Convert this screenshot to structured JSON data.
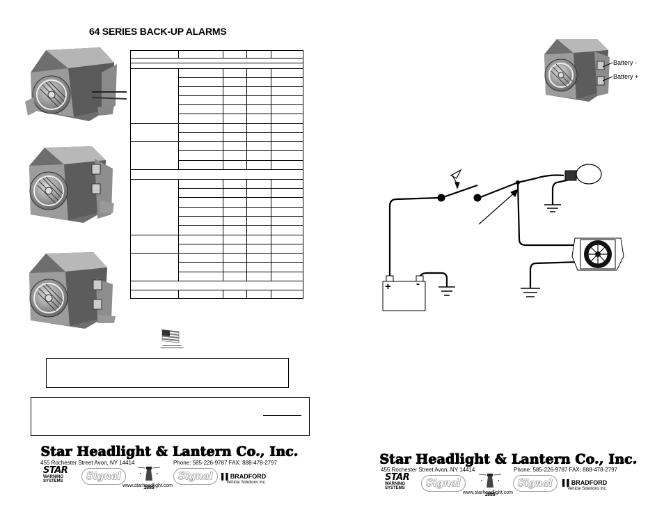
{
  "page_title": "64 SERIES BACK-UP ALARMS",
  "wiring": {
    "battery_minus_label": "Battery -",
    "battery_plus_label": "Battery +",
    "plus_sign": "+",
    "minus_sign": "-"
  },
  "footer": {
    "company": "Star Headlight & Lantern Co., Inc.",
    "address": "455 Rochester Street    Avon, NY  14414",
    "phone_fax": "Phone: 585-226-9787    FAX: 888-478-2797",
    "website": "www.starheadlight.com",
    "logos": {
      "star_line1": "STAR",
      "star_line2": "WARNING",
      "star_line3": "SYSTEMS",
      "signal": "Signal",
      "year": "1889",
      "bradford": "BRADFORD",
      "bradford_sub": "Vehicle Solutions Inc."
    }
  },
  "colors": {
    "ink": "#000000",
    "photo_gray": "#7a7a7a"
  },
  "icons": [
    "usa-flag-icon",
    "ground-icon",
    "switch-icon",
    "lamp-icon",
    "alarm-icon",
    "battery-icon"
  ]
}
